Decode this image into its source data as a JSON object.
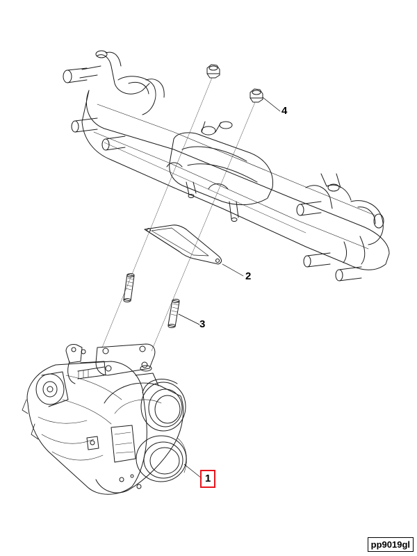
{
  "diagram": {
    "callouts": [
      {
        "id": "1",
        "label": "1",
        "part": "turbocharger",
        "selected": true
      },
      {
        "id": "2",
        "label": "2",
        "part": "gasket",
        "selected": false
      },
      {
        "id": "3",
        "label": "3",
        "part": "stud",
        "selected": false
      },
      {
        "id": "4",
        "label": "4",
        "part": "nut",
        "selected": false
      }
    ],
    "reference_code": "pp9019gl",
    "colors": {
      "line": "#000000",
      "highlight": "#e8141b",
      "background": "#ffffff"
    }
  }
}
